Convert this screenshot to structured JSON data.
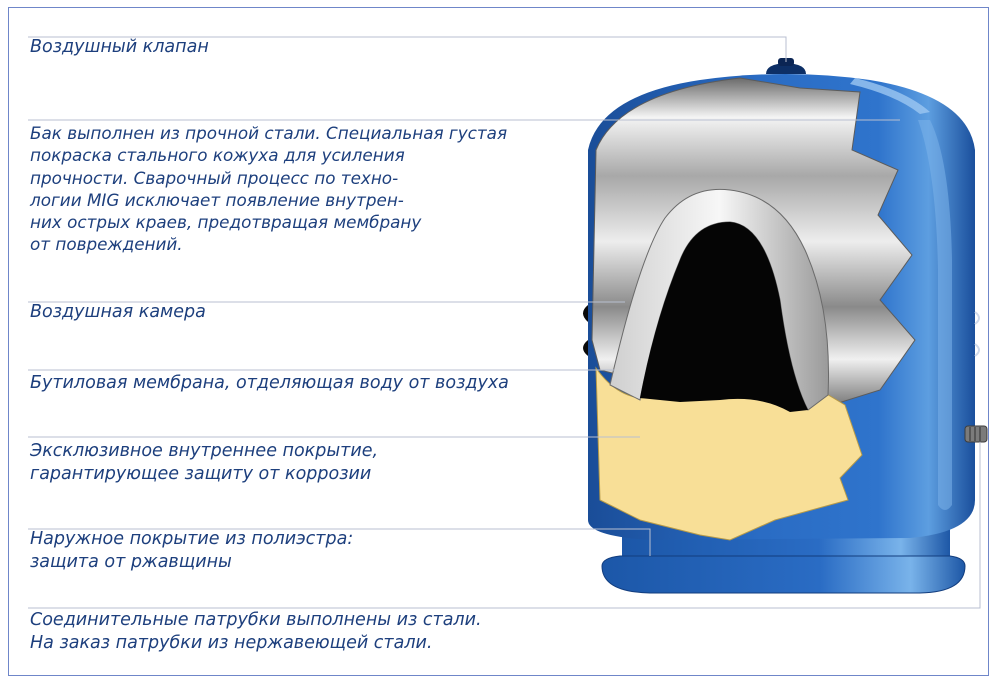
{
  "labels": {
    "air_valve": "Воздушный клапан",
    "steel_tank": "Бак выполнен из прочной стали. Специальная густая\nпокраска стального кожуха для усиления\nпрочности. Сварочный процесс по техно-\nлогии MIG  исключает появление внутрен-\nних острых краев, предотвращая мембрану\nот повреждений.",
    "air_chamber": "Воздушная камера",
    "butyl_membrane": "Бутиловая мембрана, отделяющая воду от воздуха",
    "inner_coating": "Эксклюзивное внутреннее покрытие,\nгарантирующее защиту от коррозии",
    "outer_coating": "Наружное покрытие из полиэстра:\nзащита от ржавщины",
    "connectors": "Соединительные патрубки выполнены из стали.\nНа заказ патрубки из нержавеющей стали."
  },
  "colors": {
    "text": "#1d3f7d",
    "frame": "#6f86c9",
    "tank_blue": "#1f5fb3",
    "tank_dark": "#15438a",
    "water": "#f8df97",
    "steel_light": "#e4e4e4",
    "steel_dark": "#6a6a6a",
    "membrane_inner": "#050505"
  }
}
